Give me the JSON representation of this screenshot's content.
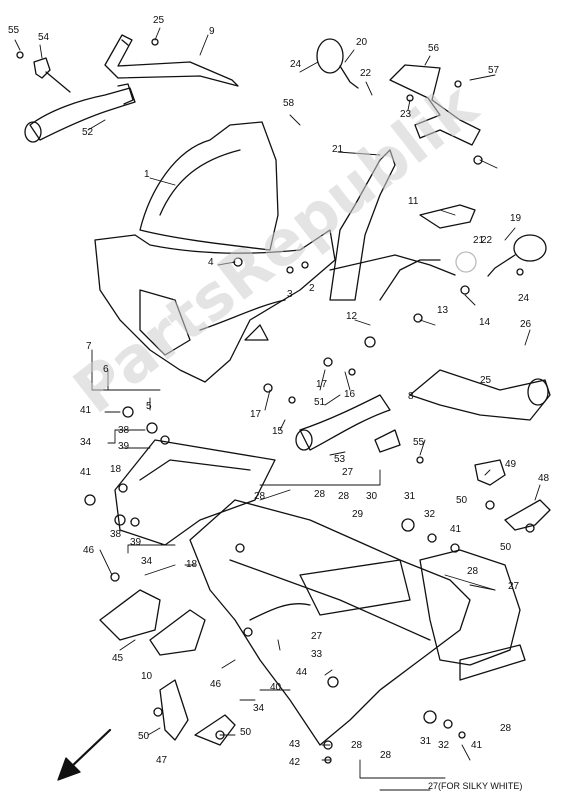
{
  "diagram": {
    "footnote": "27(FOR SILKY WHITE)",
    "watermark": "PartsRepublik",
    "colors": {
      "ink": "#111111",
      "paper": "#ffffff",
      "watermark": "#cfcfcf"
    },
    "callouts": [
      "55",
      "54",
      "25",
      "9",
      "20",
      "24",
      "22",
      "56",
      "57",
      "58",
      "23",
      "52",
      "1",
      "21",
      "11",
      "19",
      "4",
      "3",
      "2",
      "21",
      "22",
      "24",
      "7",
      "6",
      "12",
      "13",
      "14",
      "26",
      "5",
      "41",
      "38",
      "39",
      "34",
      "17",
      "16",
      "8",
      "25",
      "17",
      "15",
      "51",
      "55",
      "53",
      "18",
      "27",
      "28",
      "28",
      "30",
      "31",
      "49",
      "48",
      "41",
      "28",
      "29",
      "32",
      "41",
      "50",
      "46",
      "38",
      "39",
      "34",
      "18",
      "50",
      "28",
      "27",
      "45",
      "10",
      "27",
      "33",
      "44",
      "46",
      "40",
      "34",
      "50",
      "47",
      "50",
      "43",
      "42",
      "28",
      "28",
      "31",
      "32",
      "41",
      "28"
    ]
  }
}
